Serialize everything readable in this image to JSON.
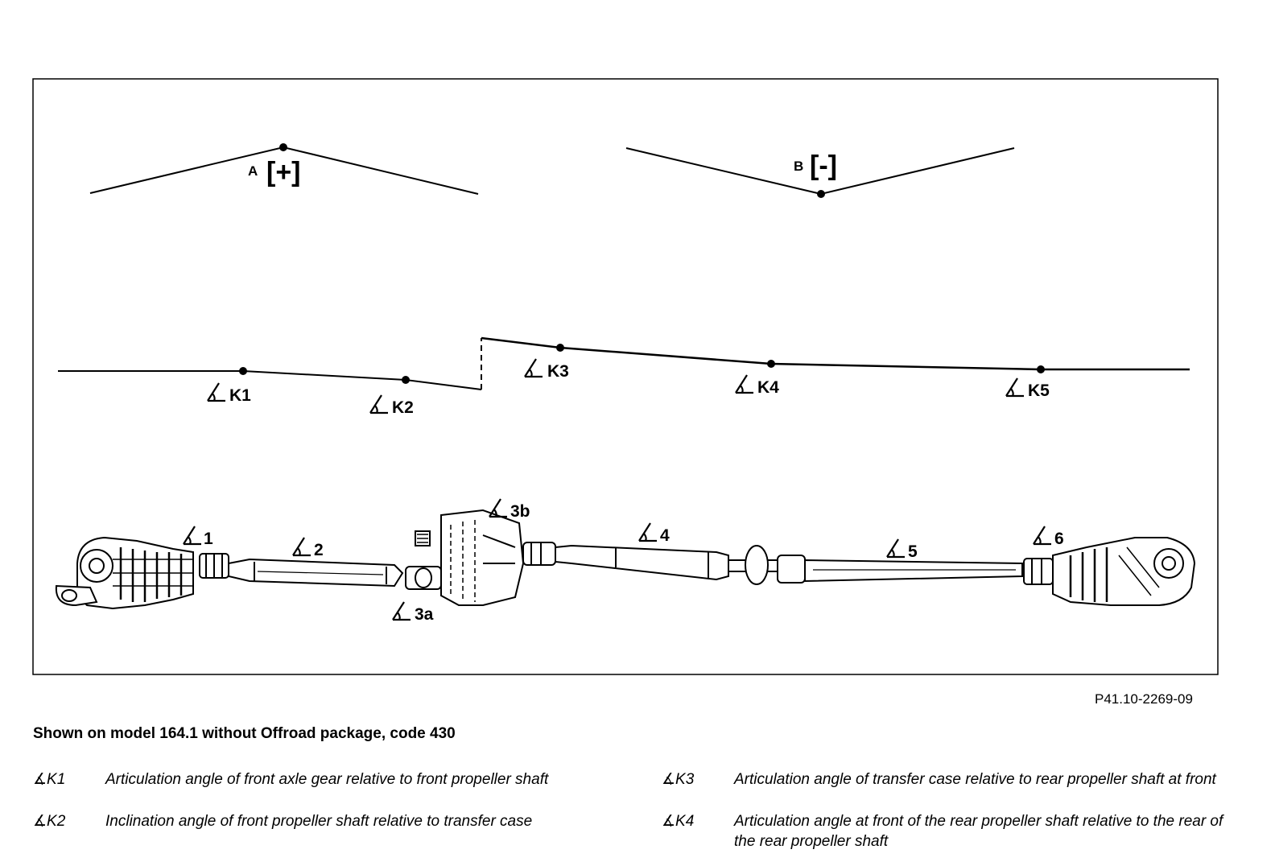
{
  "diagram": {
    "bend_labels": {
      "a_letter": "A",
      "a_sign": "[+]",
      "b_letter": "B",
      "b_sign": "[-]"
    },
    "k_labels": [
      "K1",
      "K2",
      "K3",
      "K4",
      "K5"
    ],
    "shaft_labels": [
      "1",
      "2",
      "3a",
      "3b",
      "4",
      "5",
      "6"
    ]
  },
  "reference": "P41.10-2269-09",
  "caption": "Shown on model 164.1 without Offroad package, code 430",
  "legend": [
    {
      "symbol": "∡K1",
      "text": "Articulation angle of front axle gear relative to front propeller shaft"
    },
    {
      "symbol": "∡K2",
      "text": "Inclination angle of front propeller shaft relative to transfer case"
    },
    {
      "symbol": "∡K3",
      "text": "Articulation angle of transfer case relative to rear propeller shaft at front"
    },
    {
      "symbol": "∡K4",
      "text": "Articulation angle at front of the rear propeller shaft relative to the rear of the rear propeller shaft"
    }
  ]
}
